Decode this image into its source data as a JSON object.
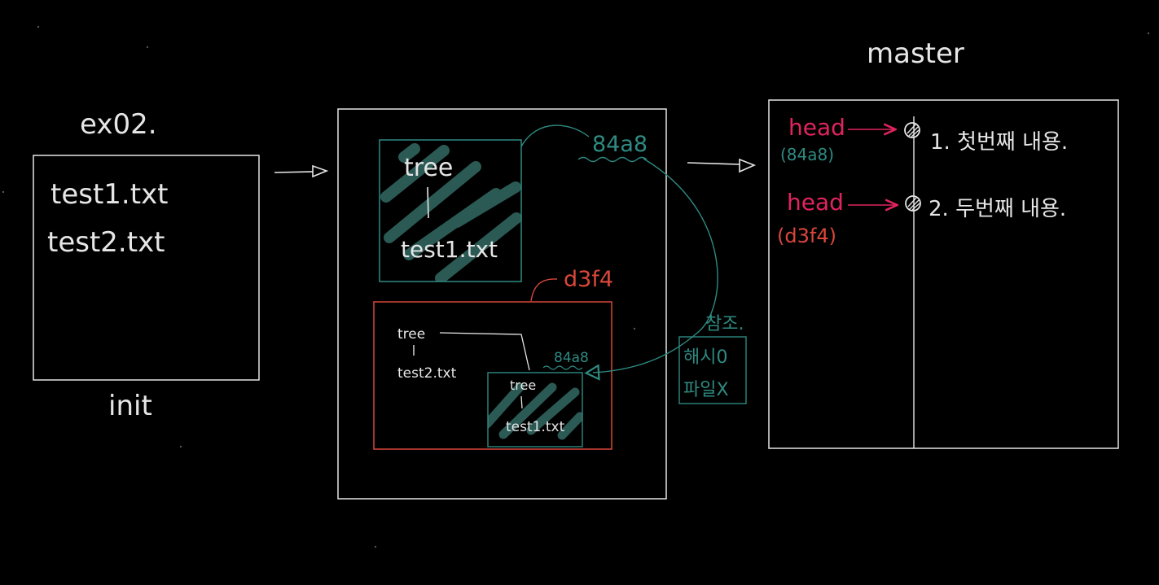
{
  "colors": {
    "background": "#000000",
    "white": "#e6e6e6",
    "teal": "#2f8a82",
    "teal_fill": "#2b5a55",
    "red": "#d9473a",
    "pink": "#e0245e"
  },
  "left": {
    "title": "ex02.",
    "files": [
      "test1.txt",
      "test2.txt"
    ],
    "caption": "init"
  },
  "middle": {
    "commit1": {
      "hash": "84a8",
      "tree_label": "tree",
      "tree_child": "|",
      "file": "test1.txt"
    },
    "commit2": {
      "hash": "d3f4",
      "tree_label": "tree",
      "tree_child": "|",
      "file": "test2.txt",
      "ref_hash": "84a8",
      "inner_tree_label": "tree",
      "inner_tree_child": "|",
      "inner_file": "test1.txt"
    },
    "note": {
      "title": "참조.",
      "line1": "해시0",
      "line2": "파일X"
    }
  },
  "right": {
    "branch": "master",
    "entries": [
      {
        "head": "head",
        "hash": "(84a8)",
        "text": "1. 첫번째 내용."
      },
      {
        "head": "head",
        "hash": "(d3f4)",
        "text": "2. 두번째 내용."
      }
    ]
  }
}
